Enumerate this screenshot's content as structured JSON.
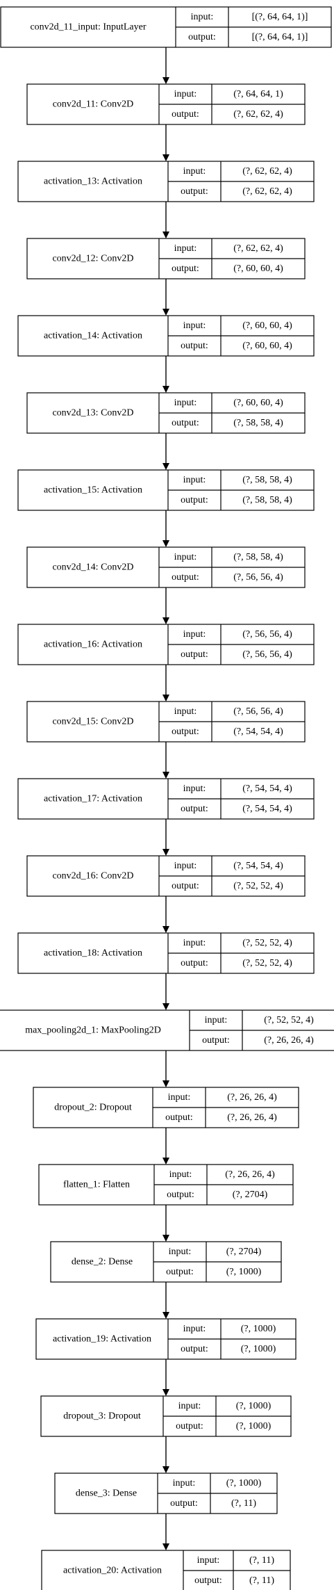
{
  "nodes": [
    {
      "name": "conv2d_11_input: InputLayer",
      "input_label": "input:",
      "input_value": "[(?, 64, 64, 1)]",
      "output_label": "output:",
      "output_value": "[(?, 64, 64, 1)]"
    },
    {
      "name": "conv2d_11: Conv2D",
      "input_label": "input:",
      "input_value": "(?, 64, 64, 1)",
      "output_label": "output:",
      "output_value": "(?, 62, 62, 4)"
    },
    {
      "name": "activation_13: Activation",
      "input_label": "input:",
      "input_value": "(?, 62, 62, 4)",
      "output_label": "output:",
      "output_value": "(?, 62, 62, 4)"
    },
    {
      "name": "conv2d_12: Conv2D",
      "input_label": "input:",
      "input_value": "(?, 62, 62, 4)",
      "output_label": "output:",
      "output_value": "(?, 60, 60, 4)"
    },
    {
      "name": "activation_14: Activation",
      "input_label": "input:",
      "input_value": "(?, 60, 60, 4)",
      "output_label": "output:",
      "output_value": "(?, 60, 60, 4)"
    },
    {
      "name": "conv2d_13: Conv2D",
      "input_label": "input:",
      "input_value": "(?, 60, 60, 4)",
      "output_label": "output:",
      "output_value": "(?, 58, 58, 4)"
    },
    {
      "name": "activation_15: Activation",
      "input_label": "input:",
      "input_value": "(?, 58, 58, 4)",
      "output_label": "output:",
      "output_value": "(?, 58, 58, 4)"
    },
    {
      "name": "conv2d_14: Conv2D",
      "input_label": "input:",
      "input_value": "(?, 58, 58, 4)",
      "output_label": "output:",
      "output_value": "(?, 56, 56, 4)"
    },
    {
      "name": "activation_16: Activation",
      "input_label": "input:",
      "input_value": "(?, 56, 56, 4)",
      "output_label": "output:",
      "output_value": "(?, 56, 56, 4)"
    },
    {
      "name": "conv2d_15: Conv2D",
      "input_label": "input:",
      "input_value": "(?, 56, 56, 4)",
      "output_label": "output:",
      "output_value": "(?, 54, 54, 4)"
    },
    {
      "name": "activation_17: Activation",
      "input_label": "input:",
      "input_value": "(?, 54, 54, 4)",
      "output_label": "output:",
      "output_value": "(?, 54, 54, 4)"
    },
    {
      "name": "conv2d_16: Conv2D",
      "input_label": "input:",
      "input_value": "(?, 54, 54, 4)",
      "output_label": "output:",
      "output_value": "(?, 52, 52, 4)"
    },
    {
      "name": "activation_18: Activation",
      "input_label": "input:",
      "input_value": "(?, 52, 52, 4)",
      "output_label": "output:",
      "output_value": "(?, 52, 52, 4)"
    },
    {
      "name": "max_pooling2d_1: MaxPooling2D",
      "input_label": "input:",
      "input_value": "(?, 52, 52, 4)",
      "output_label": "output:",
      "output_value": "(?, 26, 26, 4)"
    },
    {
      "name": "dropout_2: Dropout",
      "input_label": "input:",
      "input_value": "(?, 26, 26, 4)",
      "output_label": "output:",
      "output_value": "(?, 26, 26, 4)"
    },
    {
      "name": "flatten_1: Flatten",
      "input_label": "input:",
      "input_value": "(?, 26, 26, 4)",
      "output_label": "output:",
      "output_value": "(?, 2704)"
    },
    {
      "name": "dense_2: Dense",
      "input_label": "input:",
      "input_value": "(?, 2704)",
      "output_label": "output:",
      "output_value": "(?, 1000)"
    },
    {
      "name": "activation_19: Activation",
      "input_label": "input:",
      "input_value": "(?, 1000)",
      "output_label": "output:",
      "output_value": "(?, 1000)"
    },
    {
      "name": "dropout_3: Dropout",
      "input_label": "input:",
      "input_value": "(?, 1000)",
      "output_label": "output:",
      "output_value": "(?, 1000)"
    },
    {
      "name": "dense_3: Dense",
      "input_label": "input:",
      "input_value": "(?, 1000)",
      "output_label": "output:",
      "output_value": "(?, 11)"
    },
    {
      "name": "activation_20: Activation",
      "input_label": "input:",
      "input_value": "(?, 11)",
      "output_label": "output:",
      "output_value": "(?, 11)"
    }
  ]
}
